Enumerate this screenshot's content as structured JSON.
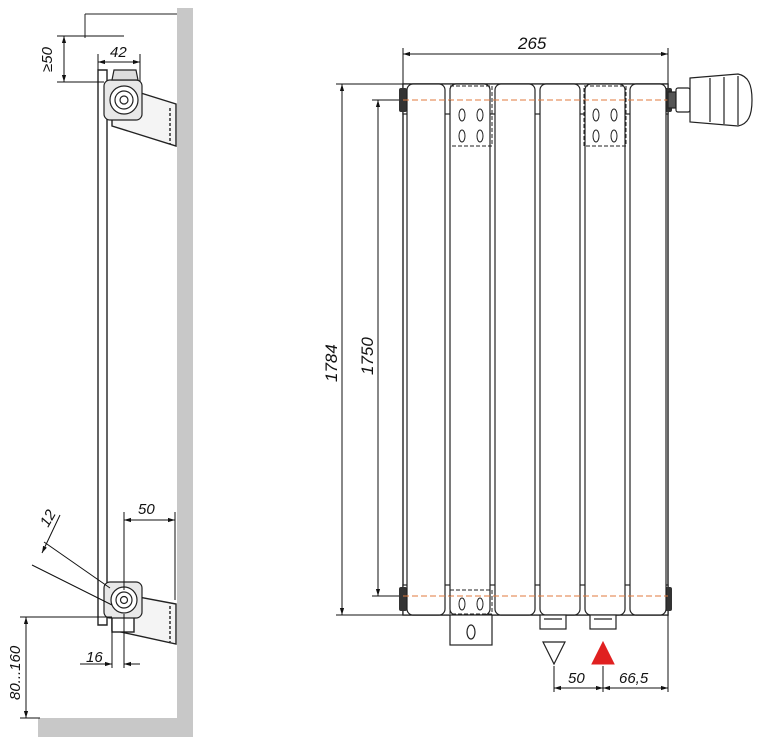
{
  "side_view": {
    "dims": {
      "top_gap": "≥50",
      "pipe_offset": "42",
      "angle": "12",
      "bracket_depth": "50",
      "bottom_offset": "16",
      "floor_gap": "80...160"
    }
  },
  "front_view": {
    "dims": {
      "width": "265",
      "height_total": "1784",
      "height_center": "1750",
      "conn_spacing": "50",
      "conn_edge": "66,5"
    },
    "colors": {
      "outline": "#222222",
      "panel_fill": "#ffffff",
      "axis_line": "#e07a3c",
      "inlet_marker": "#e02020",
      "wall": "#c8c8c8"
    }
  }
}
